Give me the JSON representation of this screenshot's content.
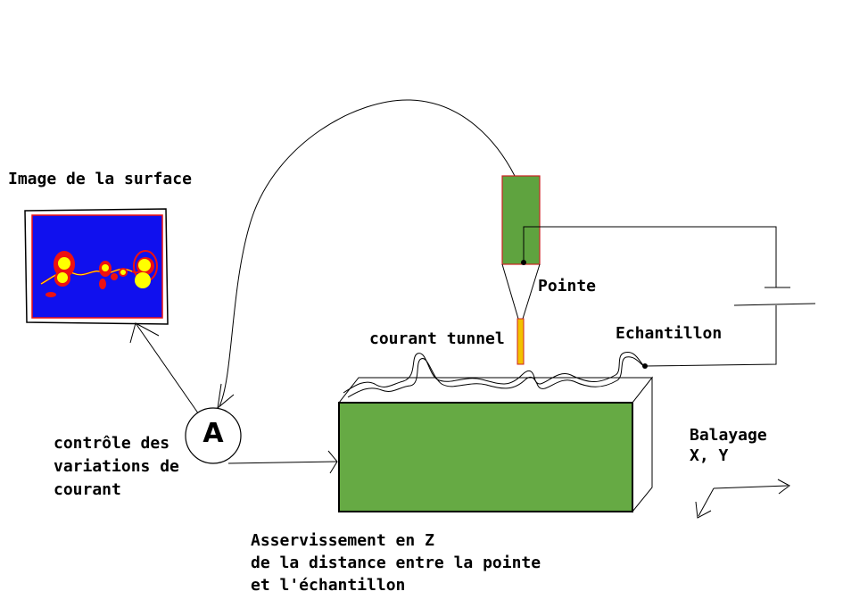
{
  "labels": {
    "image_title": "Image de la surface",
    "pointe": "Pointe",
    "courant_tunnel": "courant tunnel",
    "echantillon": "Echantillon",
    "controle": [
      "contrôle des",
      "variations de",
      "courant"
    ],
    "balayage": [
      "Balayage",
      "X, Y"
    ],
    "asservissement": [
      "Asservissement en Z",
      "de la distance entre la pointe",
      "et l'échantillon"
    ],
    "ammeter": "A"
  },
  "colors": {
    "sample_green": "#66aa44",
    "tip_green": "#5fa33f",
    "screen_blue": "#1010ee",
    "feature_red": "#ee1111",
    "feature_yellow": "#ffff00",
    "tip_needle": "#f2c200",
    "outline": "#000000"
  }
}
